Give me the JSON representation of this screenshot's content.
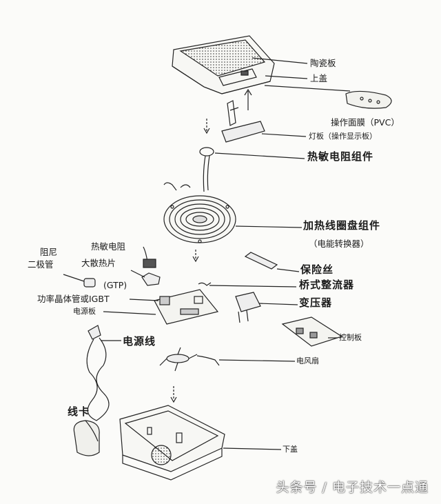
{
  "labels": {
    "ceramic_plate": "陶瓷板",
    "top_cover": "上盖",
    "control_panel_film": "操作面膜（PVC）",
    "light_board": "灯板（操作显示板）",
    "thermistor_assembly": "热敏电阻组件",
    "heating_coil_assembly": "加热线圈盘组件",
    "energy_converter": "（电能转换器）",
    "thermistor": "热敏电阻",
    "damping_diode_line1": "阻尼",
    "damping_diode_line2": "二极管",
    "heatsink": "大散热片",
    "gtp": "(GTP)",
    "igbt": "功率晶体管或IGBT",
    "fuse": "保险丝",
    "bridge_rectifier": "桥式整流器",
    "transformer": "变压器",
    "power_board": "电源板",
    "control_board": "控制板",
    "power_cord": "电源线",
    "fan": "电风扇",
    "cable_clip": "线卡",
    "bottom_cover": "下盖"
  },
  "watermark": "头条号 / 电子技术一点通"
}
